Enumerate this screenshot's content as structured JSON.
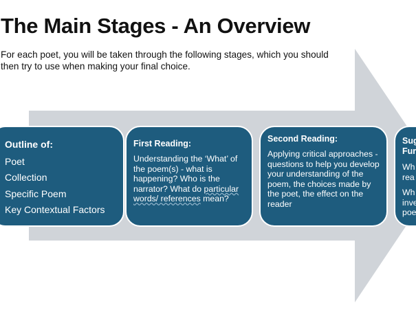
{
  "slide": {
    "title": "The Main Stages - An Overview",
    "intro": "For each poet, you will be taken through the following stages, which you should then try to use when making your final choice."
  },
  "stages": {
    "outline": {
      "heading": "Outline of:",
      "items": [
        "Poet",
        "Collection",
        "Specific Poem",
        "Key Contextual Factors"
      ]
    },
    "first_reading": {
      "heading": "First Reading:",
      "body_start": "Understanding the ‘What’ of the poem(s) - what is happening? Who is the narrator? What do ",
      "body_underlined": "particular words/ references",
      "body_end": " mean?"
    },
    "second_reading": {
      "heading": "Second Reading:",
      "body": "Applying critical approaches - questions to help you develop your understanding of the poem, the choices made by the poet, the effect on the reader"
    },
    "fourth": {
      "heading_line1": "Sug",
      "heading_line2": "Fur",
      "line1": "Wh",
      "line2": "rea",
      "line3": "Wh",
      "line4": "inve",
      "line5": "poe"
    }
  },
  "colors": {
    "box_fill": "#1e5c7e",
    "arrow_fill": "#d0d4d9",
    "text_on_box": "#ffffff"
  }
}
